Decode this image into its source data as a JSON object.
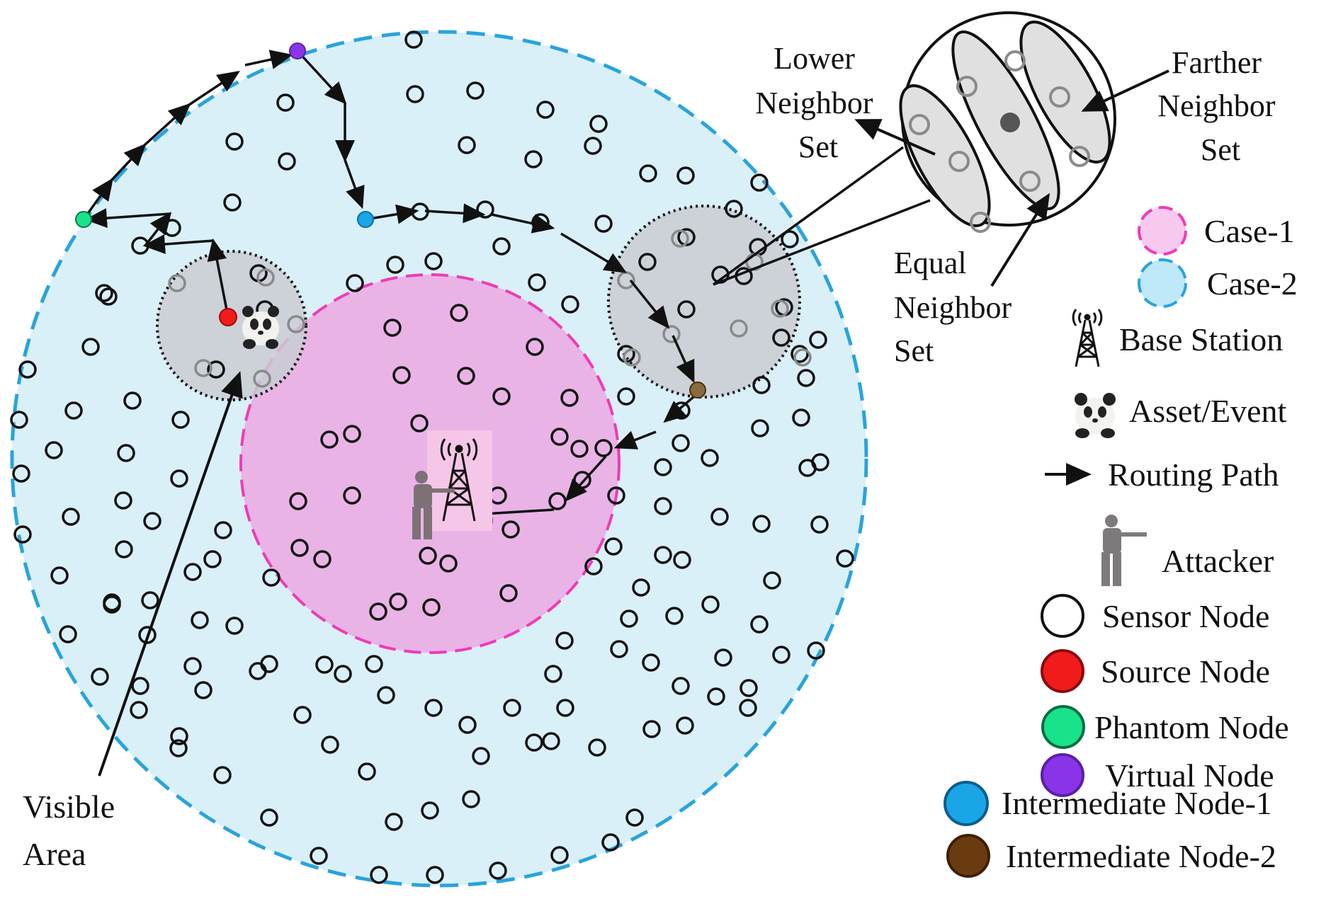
{
  "labels": {
    "lower_neighbor": [
      "Lower",
      "Neighbor",
      "Set"
    ],
    "farther_neighbor": [
      "Farther",
      "Neighbor",
      "Set"
    ],
    "equal_neighbor": [
      "Equal",
      "Neighbor",
      "Set"
    ],
    "visible_area": [
      "Visible",
      "Area"
    ]
  },
  "legend": {
    "case1": "Case-1",
    "case2": "Case-2",
    "base_station": "Base Station",
    "asset_event": "Asset/Event",
    "routing_path": "Routing Path",
    "attacker": "Attacker",
    "sensor_node": "Sensor Node",
    "source_node": "Source Node",
    "phantom_node": "Phantom Node",
    "virtual_node": "Virtual Node",
    "intermediate_node_1": "Intermediate Node-1",
    "intermediate_node_2": "Intermediate Node-2"
  },
  "colors": {
    "case1_fill": "#e9b3e6",
    "case1_stroke": "#ee3bb8",
    "case2_fill": "#d9f0f9",
    "case2_stroke": "#29a3dd",
    "visible_area_fill": "#c9cdd2",
    "source": "#f11b1b",
    "phantom": "#19e38a",
    "virtual": "#8a34e8",
    "intermediate1": "#1aa6e6",
    "intermediate2": "#6b3b10"
  },
  "icons": [
    "base-station-icon",
    "panda-icon",
    "attacker-icon",
    "arrow-icon"
  ]
}
